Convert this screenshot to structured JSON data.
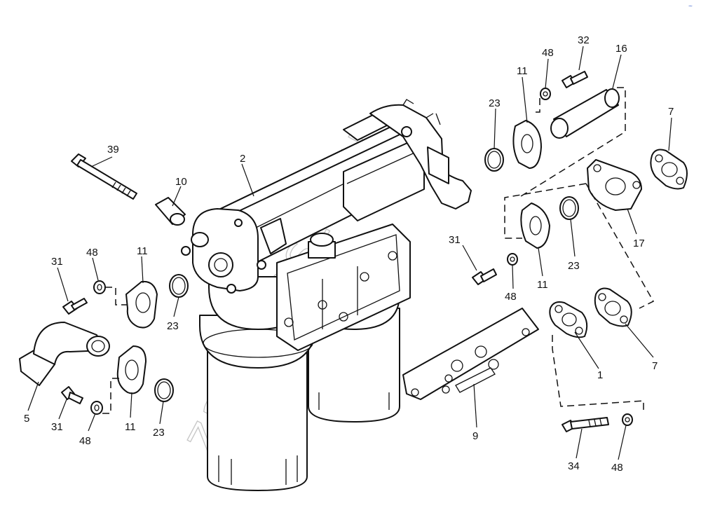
{
  "watermark": "zapchasti.ru",
  "corner_mark": "~",
  "callouts": [
    "1",
    "2",
    "5",
    "7",
    "7",
    "9",
    "10",
    "11",
    "11",
    "11",
    "11",
    "16",
    "17",
    "23",
    "23",
    "23",
    "23",
    "31",
    "31",
    "31",
    "32",
    "34",
    "39",
    "48",
    "48",
    "48",
    "48",
    "48"
  ]
}
